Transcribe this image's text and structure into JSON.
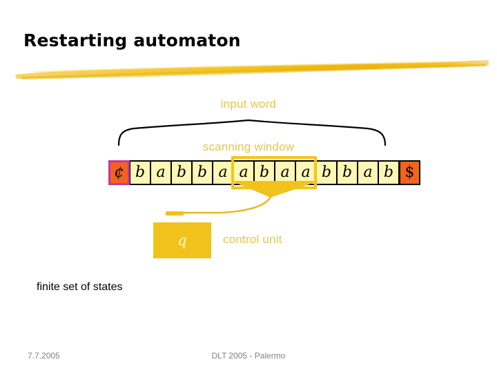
{
  "slide": {
    "title": "Restarting automaton",
    "accent_color": "#f5c518",
    "sentinel_color": "#f4631e",
    "cell_color": "#fdf7b4",
    "label_color": "#e8c54a"
  },
  "labels": {
    "input_word": "input word",
    "scanning_window": "scanning window",
    "control_unit": "control unit",
    "finite_set_of_states": "finite set of states"
  },
  "tape": {
    "cells": [
      {
        "symbol": "¢",
        "kind": "sentinel-left"
      },
      {
        "symbol": "b",
        "kind": "letter"
      },
      {
        "symbol": "a",
        "kind": "letter"
      },
      {
        "symbol": "b",
        "kind": "letter"
      },
      {
        "symbol": "b",
        "kind": "letter"
      },
      {
        "symbol": "a",
        "kind": "letter"
      },
      {
        "symbol": "a",
        "kind": "letter"
      },
      {
        "symbol": "b",
        "kind": "letter"
      },
      {
        "symbol": "a",
        "kind": "letter"
      },
      {
        "symbol": "a",
        "kind": "letter"
      },
      {
        "symbol": "b",
        "kind": "letter"
      },
      {
        "symbol": "b",
        "kind": "letter"
      },
      {
        "symbol": "a",
        "kind": "letter"
      },
      {
        "symbol": "b",
        "kind": "letter"
      },
      {
        "symbol": "$",
        "kind": "sentinel-right"
      }
    ],
    "window_first_index": 6,
    "window_size": 4
  },
  "state": {
    "label": "q"
  },
  "footer": {
    "date": "7.7.2005",
    "center": "DLT 2005 - Palermo"
  }
}
